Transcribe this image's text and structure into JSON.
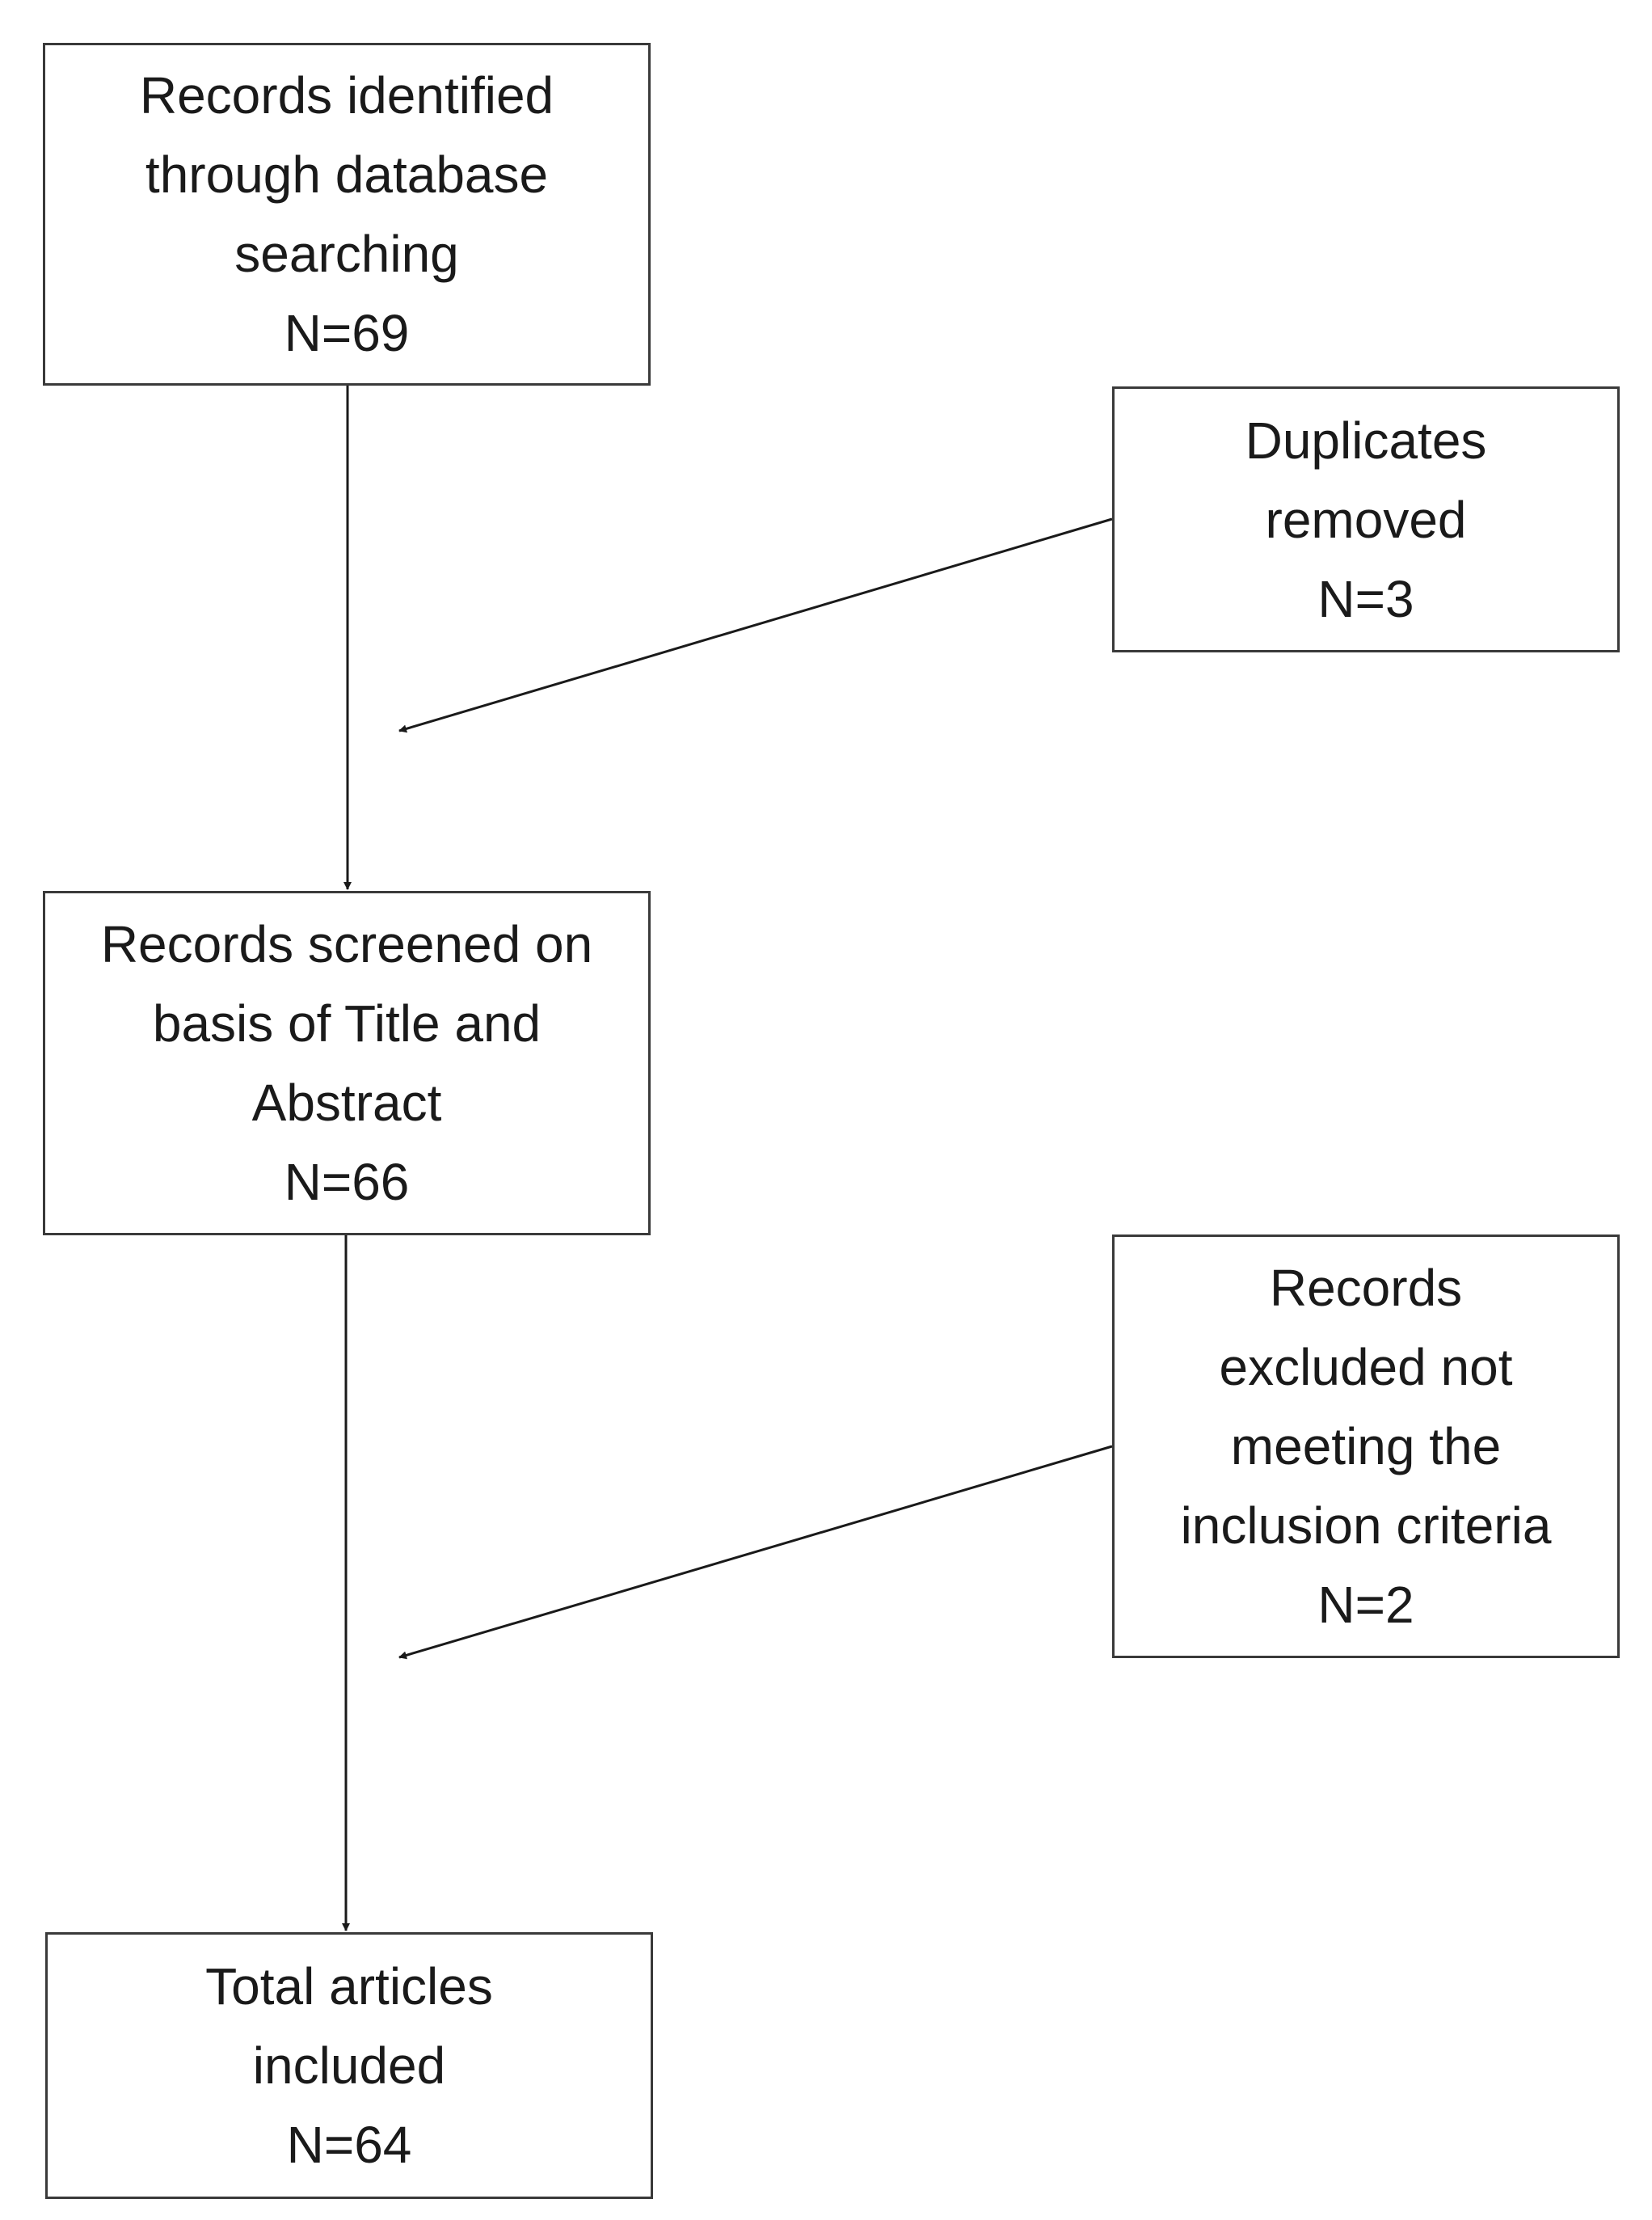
{
  "flowchart": {
    "identified": {
      "lines": [
        "Records identified",
        "through database",
        "searching"
      ],
      "count": "N=69"
    },
    "duplicates": {
      "lines": [
        "Duplicates",
        "removed"
      ],
      "count": "N=3"
    },
    "screened": {
      "lines": [
        "Records screened on",
        "basis of Title and",
        "Abstract"
      ],
      "count": "N=66"
    },
    "excluded": {
      "lines": [
        "Records",
        "excluded not",
        "meeting the",
        "inclusion criteria"
      ],
      "count": "N=2"
    },
    "included": {
      "lines": [
        "Total articles",
        "included"
      ],
      "count": "N=64"
    }
  }
}
